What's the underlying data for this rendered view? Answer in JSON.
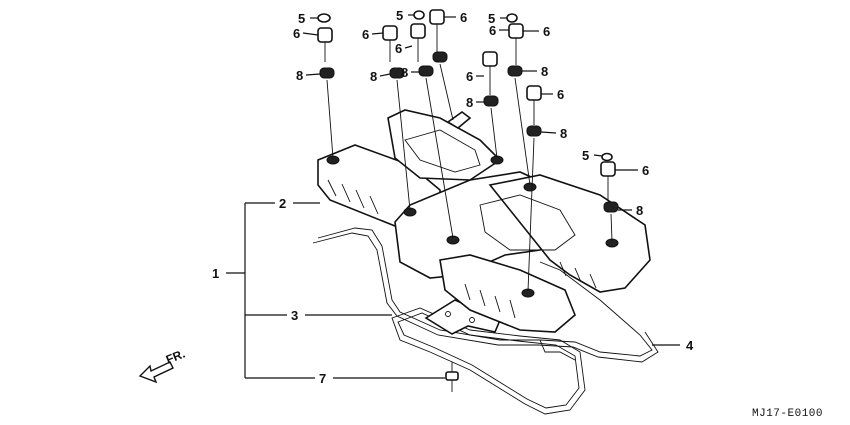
{
  "diagram": {
    "reference_code": "MJ17-E0100",
    "direction_label": "FR.",
    "callouts": {
      "assembly": "1",
      "cover": "2",
      "gasket": "3",
      "gasket_large": "4",
      "cap": "5",
      "bolt": "6",
      "bolt_small": "7",
      "rubber": "8"
    }
  }
}
